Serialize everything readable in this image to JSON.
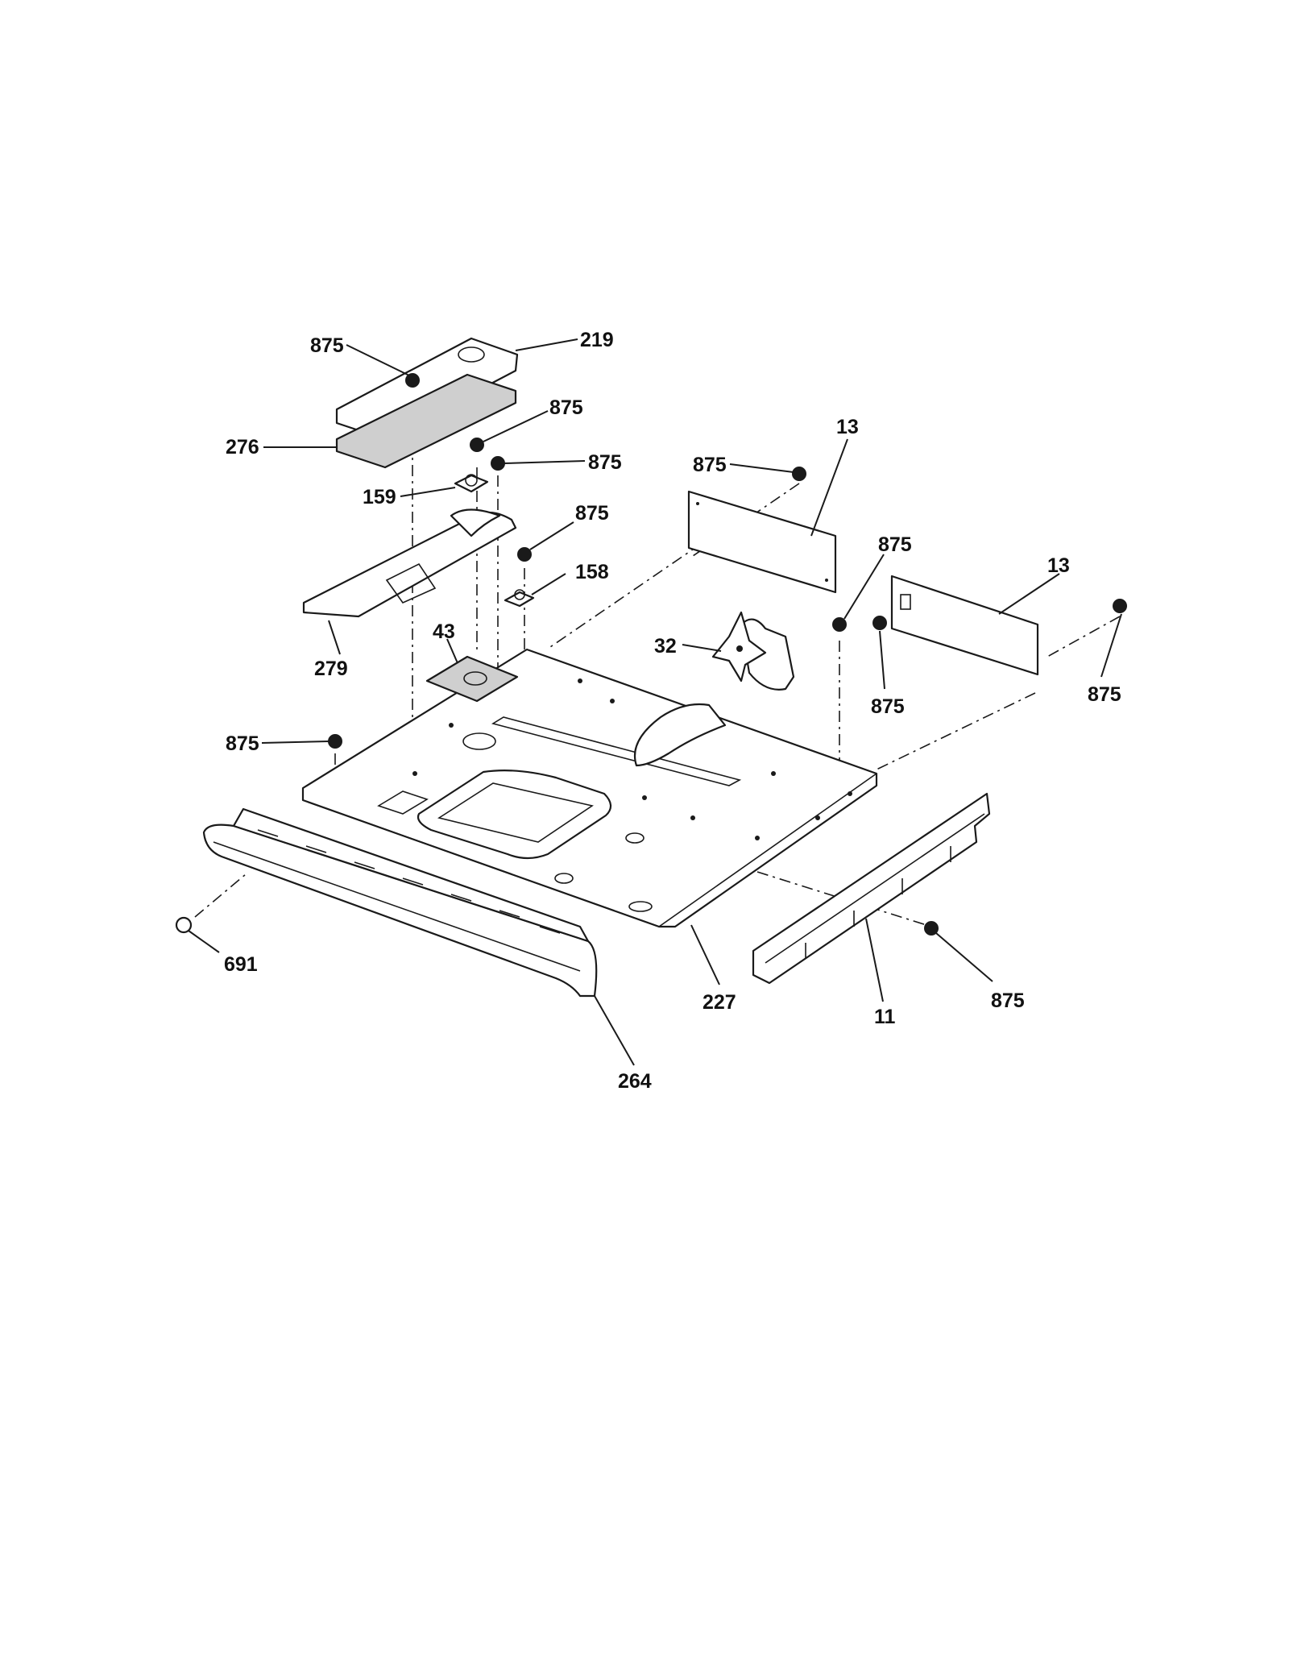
{
  "labels": {
    "p219": "219",
    "p276": "276",
    "p159": "159",
    "p279": "279",
    "p158": "158",
    "p43": "43",
    "p32": "32",
    "p13a": "13",
    "p13b": "13",
    "p227": "227",
    "p264": "264",
    "p691": "691",
    "p11": "11",
    "p875_top": "875",
    "p875_a": "875",
    "p875_b": "875",
    "p875_c": "875",
    "p875_d": "875",
    "p875_e": "875",
    "p875_f": "875",
    "p875_g": "875",
    "p875_h": "875",
    "p875_i": "875"
  },
  "style": {
    "line_color": "#1a1a1a",
    "background": "#ffffff"
  }
}
